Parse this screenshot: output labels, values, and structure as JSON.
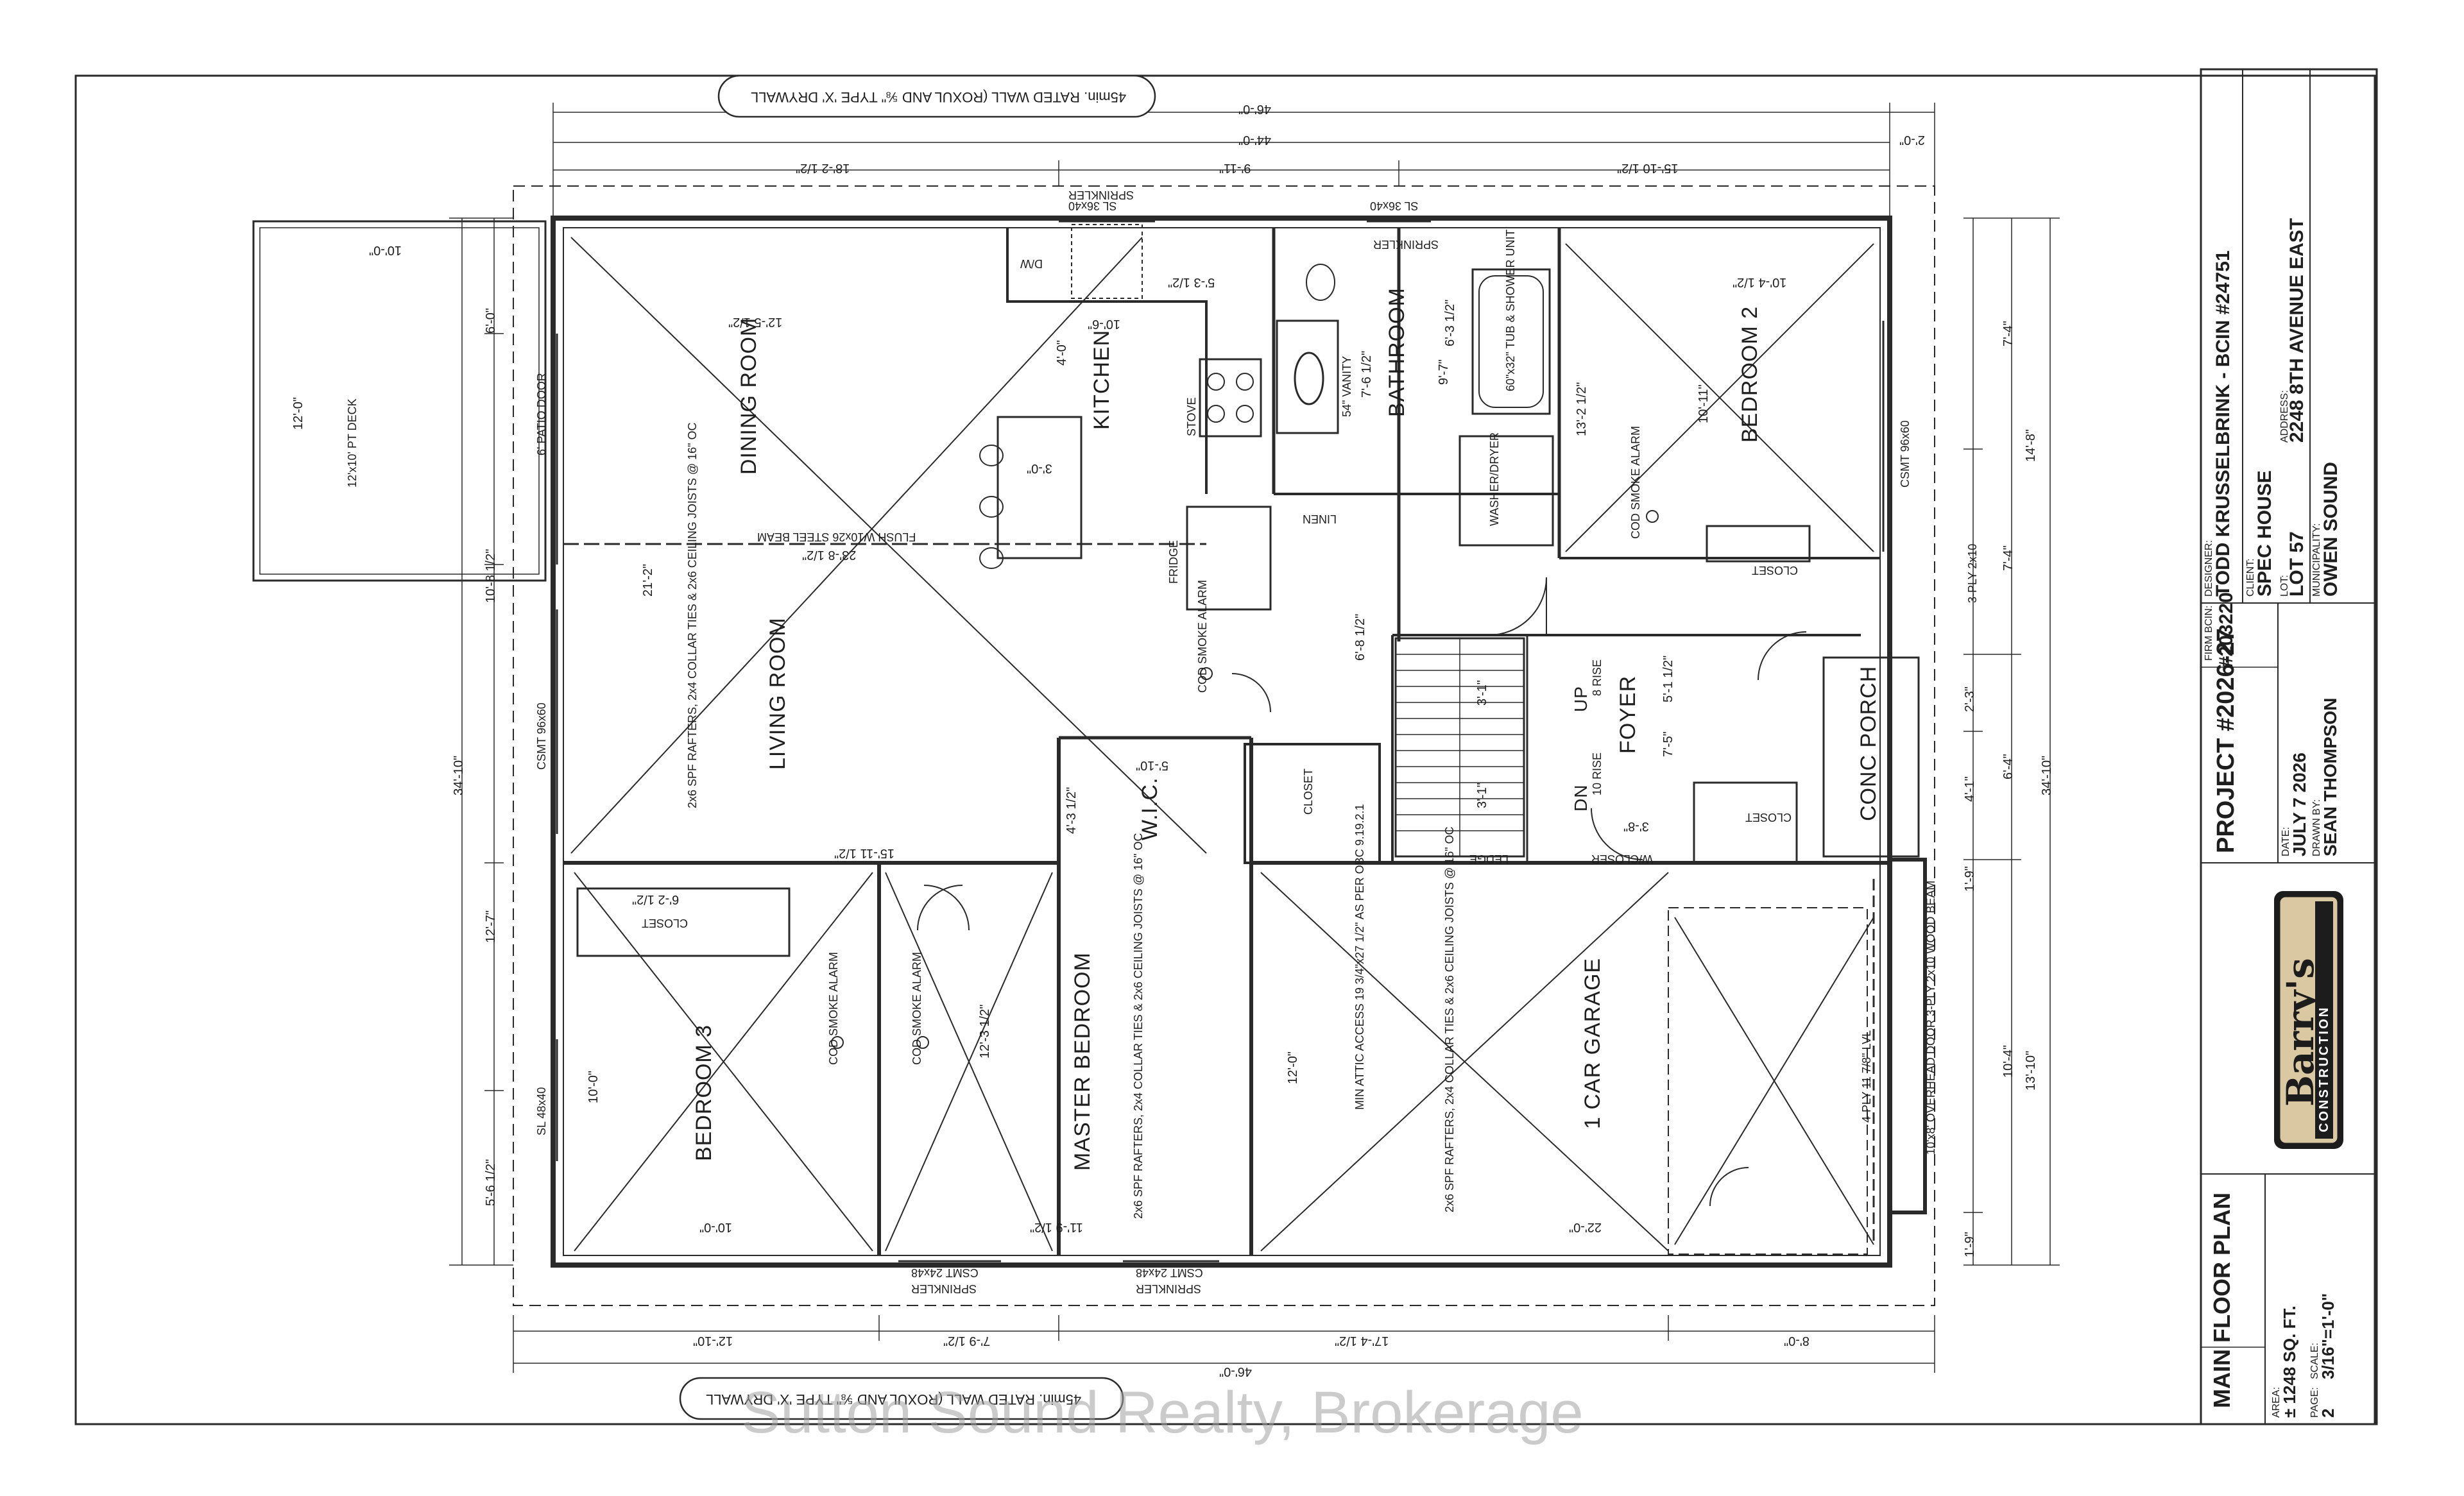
{
  "drawing": {
    "rooms": {
      "dining_room": "DINING ROOM",
      "living_room": "LIVING ROOM",
      "kitchen": "KITCHEN",
      "bathroom": "BATHROOM",
      "bedroom2": "BEDROOM 2",
      "bedroom3": "BEDROOM 3",
      "master_bedroom": "MASTER BEDROOM",
      "garage": "1 CAR GARAGE",
      "foyer": "FOYER",
      "conc_porch": "CONC PORCH",
      "wic": "W.I.C.",
      "closet": "CLOSET",
      "deck": "12'x10' PT DECK"
    },
    "notes": {
      "rated_wall_top": "45min. RATED WALL (ROXUL AND ⅝\" TYPE 'X' DRYWALL",
      "rated_wall_bottom": "45min. RATED WALL (ROXUL AND ⅝\" TYPE 'X' DRYWALL",
      "steel_beam": "FLUSH W10x26 STEEL BEAM",
      "rafters_living": "2x6 SPF RAFTERS, 2x4 COLLAR TIES & 2x6 CEILING JOISTS @ 16\" OC",
      "rafters_master": "2x6 SPF RAFTERS, 2x4 COLLAR TIES & 2x6 CEILING JOISTS @ 16\" OC",
      "rafters_garage": "2x6 SPF RAFTERS, 2x4 COLLAR TIES & 2x6 CEILING JOISTS @ 16\" OC",
      "attic_access": "MIN ATTIC ACCESS 19 3/4\"x27 1/2\" AS PER OBC 9.19.2.1",
      "lvl": "4-PLY 11 7/8\" LVL",
      "overhead_door": "10'x8' OVERHEAD DOOR 3-PLY 2x10 WOOD BEAM",
      "alarm": "COD SMOKE ALARM",
      "tub": "60\"x32\" TUB & SHOWER UNIT",
      "vanity": "54\" VANITY",
      "stove": "STOVE",
      "fridge": "FRIDGE",
      "dw": "D/W",
      "patio_door": "6' PATIO DOOR",
      "casement_96x60": "CSMT 96x60",
      "sl_36x40": "SL 36x40",
      "sl_48x40": "SL 48x40",
      "csmt_24x48": "CSMT 24x48",
      "sprinkler": "SPRINKLER",
      "linen": "LINEN",
      "washer_dryer": "WASHER/DRYER",
      "ledge": "LEDGE",
      "closer": "W/CLOSER",
      "up": "UP",
      "dn": "DN",
      "rise8": "8 RISE",
      "rise10": "10 RISE",
      "three_ply": "3-PLY 2x10"
    },
    "dims_top": {
      "overall_a": "46'-0\"",
      "overall_b": "44'-0\"",
      "seg1": "18'-2 1/2\"",
      "seg2": "9'-11\"",
      "seg3": "15'-10 1/2\"",
      "seg4": "2'-0\""
    },
    "dims_bottom": {
      "seg1": "12'-10\"",
      "seg2": "7'-9 1/2\"",
      "seg3": "17'-4 1/2\"",
      "seg4": "8'-0\"",
      "overall": "46'-0\""
    },
    "dims_left": {
      "overall": "34'-10\"",
      "seg1": "6'-0\"",
      "seg2": "10'-8 1/2\"",
      "seg3": "12'-7\"",
      "seg4": "5'-6 1/2\"",
      "deck": "12'-0\"",
      "deck_w": "10'-0\""
    },
    "dims_right": {
      "overall": "34'-10\"",
      "seg1": "7'-4\"",
      "seg2": "14'-8\"",
      "seg3": "7'-4\"",
      "seg4": "6'-4\"",
      "seg5": "13'-10\"",
      "seg6": "2'-3\"",
      "seg7": "4'-1\"",
      "seg8": "1'-9\"",
      "seg9": "10'-4\"",
      "seg10": "1'-9\""
    },
    "dims_interior": {
      "dining_w": "12'-5 1/2\"",
      "living_h": "21'-2\"",
      "beam_len": "23'-8 1/2\"",
      "living_w": "15'-11 1/2\"",
      "kitchen_w": "10'-6\"",
      "kitchen_d": "4'-0\"",
      "bath_w": "7'-6 1/2\"",
      "bath_h": "9'-7\"",
      "bath_tub": "6'-3 1/2\"",
      "bed2_w": "10'-4 1/2\"",
      "bed2_h": "10'-11\"",
      "bed2_closet": "13'-2 1/2\"",
      "hall": "6'-8 1/2\"",
      "stair_a": "3'-1\"",
      "stair_b": "3'-1\"",
      "foyer_a": "7'-5\"",
      "foyer_b": "5'-1 1/2\"",
      "foyer_c": "3'-8\"",
      "wic_w": "5'-10\"",
      "wic_h": "4'-3 1/2\"",
      "bed3_w": "10'-0\"",
      "bed3_h": "10'-0\"",
      "bed3_closet": "6'-2 1/2\"",
      "master_w": "11'-9 1/2\"",
      "master_h": "12'-3 1/2\"",
      "garage_w": "22'-0\"",
      "garage_h": "12'-0\"",
      "kitchen_island": "5'-3 1/2\"",
      "counter": "3'-0\""
    }
  },
  "title_block": {
    "firm_bcin_label": "FIRM BCIN:",
    "firm_bcin": "#203220",
    "designer_label": "DESIGNER:",
    "designer": "TODD KRUSSELBRINK - BCIN #24751",
    "client_label": "CLIENT:",
    "client": "SPEC HOUSE",
    "lot_label": "LOT:",
    "lot": "LOT 57",
    "address_label": "ADDRESS:",
    "address": "2248 8TH AVENUE EAST",
    "municipality_label": "MUNICIPALITY:",
    "municipality": "OWEN SOUND",
    "project": "PROJECT #2026-27",
    "date_label": "DATE:",
    "date": "JULY 7 2026",
    "drawn_by_label": "DRAWN BY:",
    "drawn_by": "SEAN THOMPSON",
    "logo_name": "Barry's",
    "logo_sub": "CONSTRUCTION",
    "sheet_title": "MAIN FLOOR PLAN",
    "area_label": "AREA:",
    "area": "± 1248 SQ. FT.",
    "page_label": "PAGE:",
    "page": "2",
    "scale_label": "SCALE:",
    "scale": "3/16\"=1'-0\""
  },
  "watermark": "Sutton Sound Realty, Brokerage"
}
